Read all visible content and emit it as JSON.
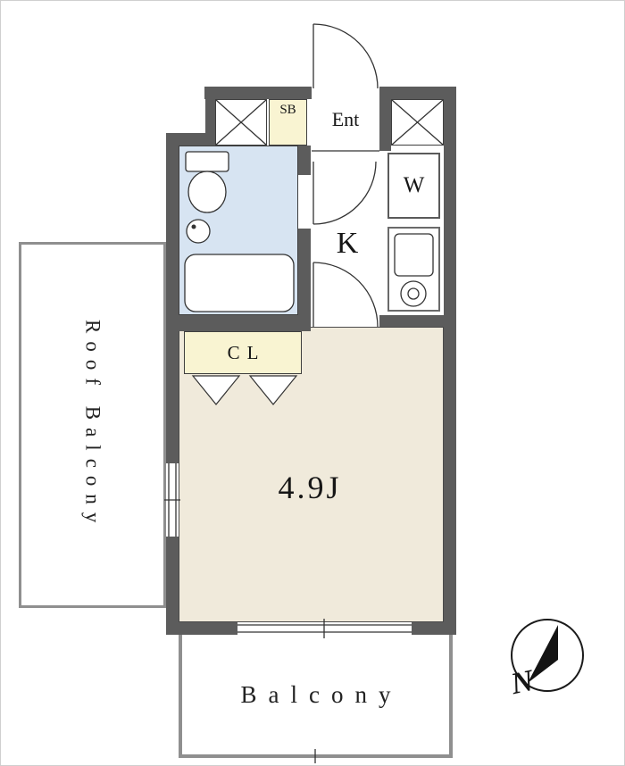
{
  "colors": {
    "wall": "#5c5c5c",
    "bath": "#d7e4f2",
    "room": "#f0eadb",
    "closet": "#f9f4d2",
    "line": "#333333",
    "balcony": "#8f8f8f",
    "compass": "#141414"
  },
  "rooms": {
    "sb": {
      "label": "SB"
    },
    "entrance": {
      "label": "Ent"
    },
    "washer": {
      "label": "W"
    },
    "kitchen": {
      "label": "K"
    },
    "closet": {
      "label": "CL"
    },
    "main": {
      "label": "4.9J"
    },
    "balcony": {
      "label": "Balcony"
    },
    "roof_balcony": {
      "label": "Roof Balcony"
    },
    "compass_north": {
      "label": "N"
    }
  }
}
